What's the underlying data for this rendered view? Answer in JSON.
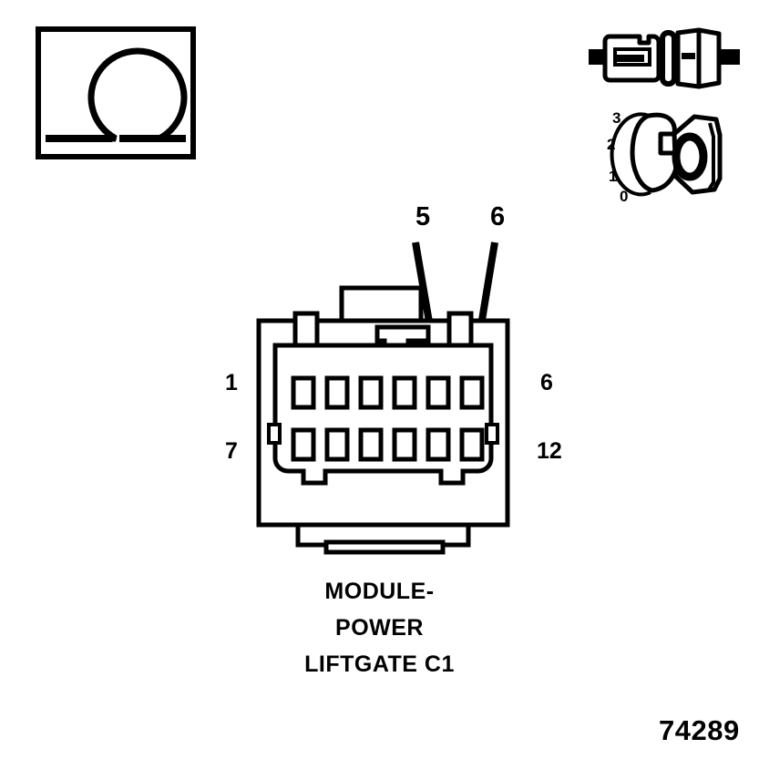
{
  "figure": {
    "id_number": "74289"
  },
  "test_symbol": {
    "icon": "ohm-resistance-icon",
    "glyph": "Ω",
    "meaning": "resistance-test"
  },
  "connector_pair_icon": {
    "icon": "disconnected-connector-icon",
    "meaning": "disconnect-connector"
  },
  "ignition_switch_icon": {
    "icon": "ignition-key-switch-icon",
    "positions": [
      "3",
      "2",
      "1",
      "0"
    ],
    "selected_position": "0"
  },
  "connector": {
    "name": "MODULE-POWER LIFTGATE C1",
    "cavity_count": 12,
    "rows": 2,
    "columns": 6,
    "corner_labels": {
      "top_left": "1",
      "top_right": "6",
      "bottom_left": "7",
      "bottom_right": "12"
    },
    "caption": {
      "line1": "MODULE-",
      "line2": "POWER",
      "line3": "LIFTGATE C1"
    }
  },
  "callouts": [
    {
      "label": "5",
      "target_cavity": 5,
      "row": "top"
    },
    {
      "label": "6",
      "target_cavity": 6,
      "row": "top"
    }
  ],
  "colors": {
    "ink": "#000000",
    "background": "#ffffff"
  }
}
